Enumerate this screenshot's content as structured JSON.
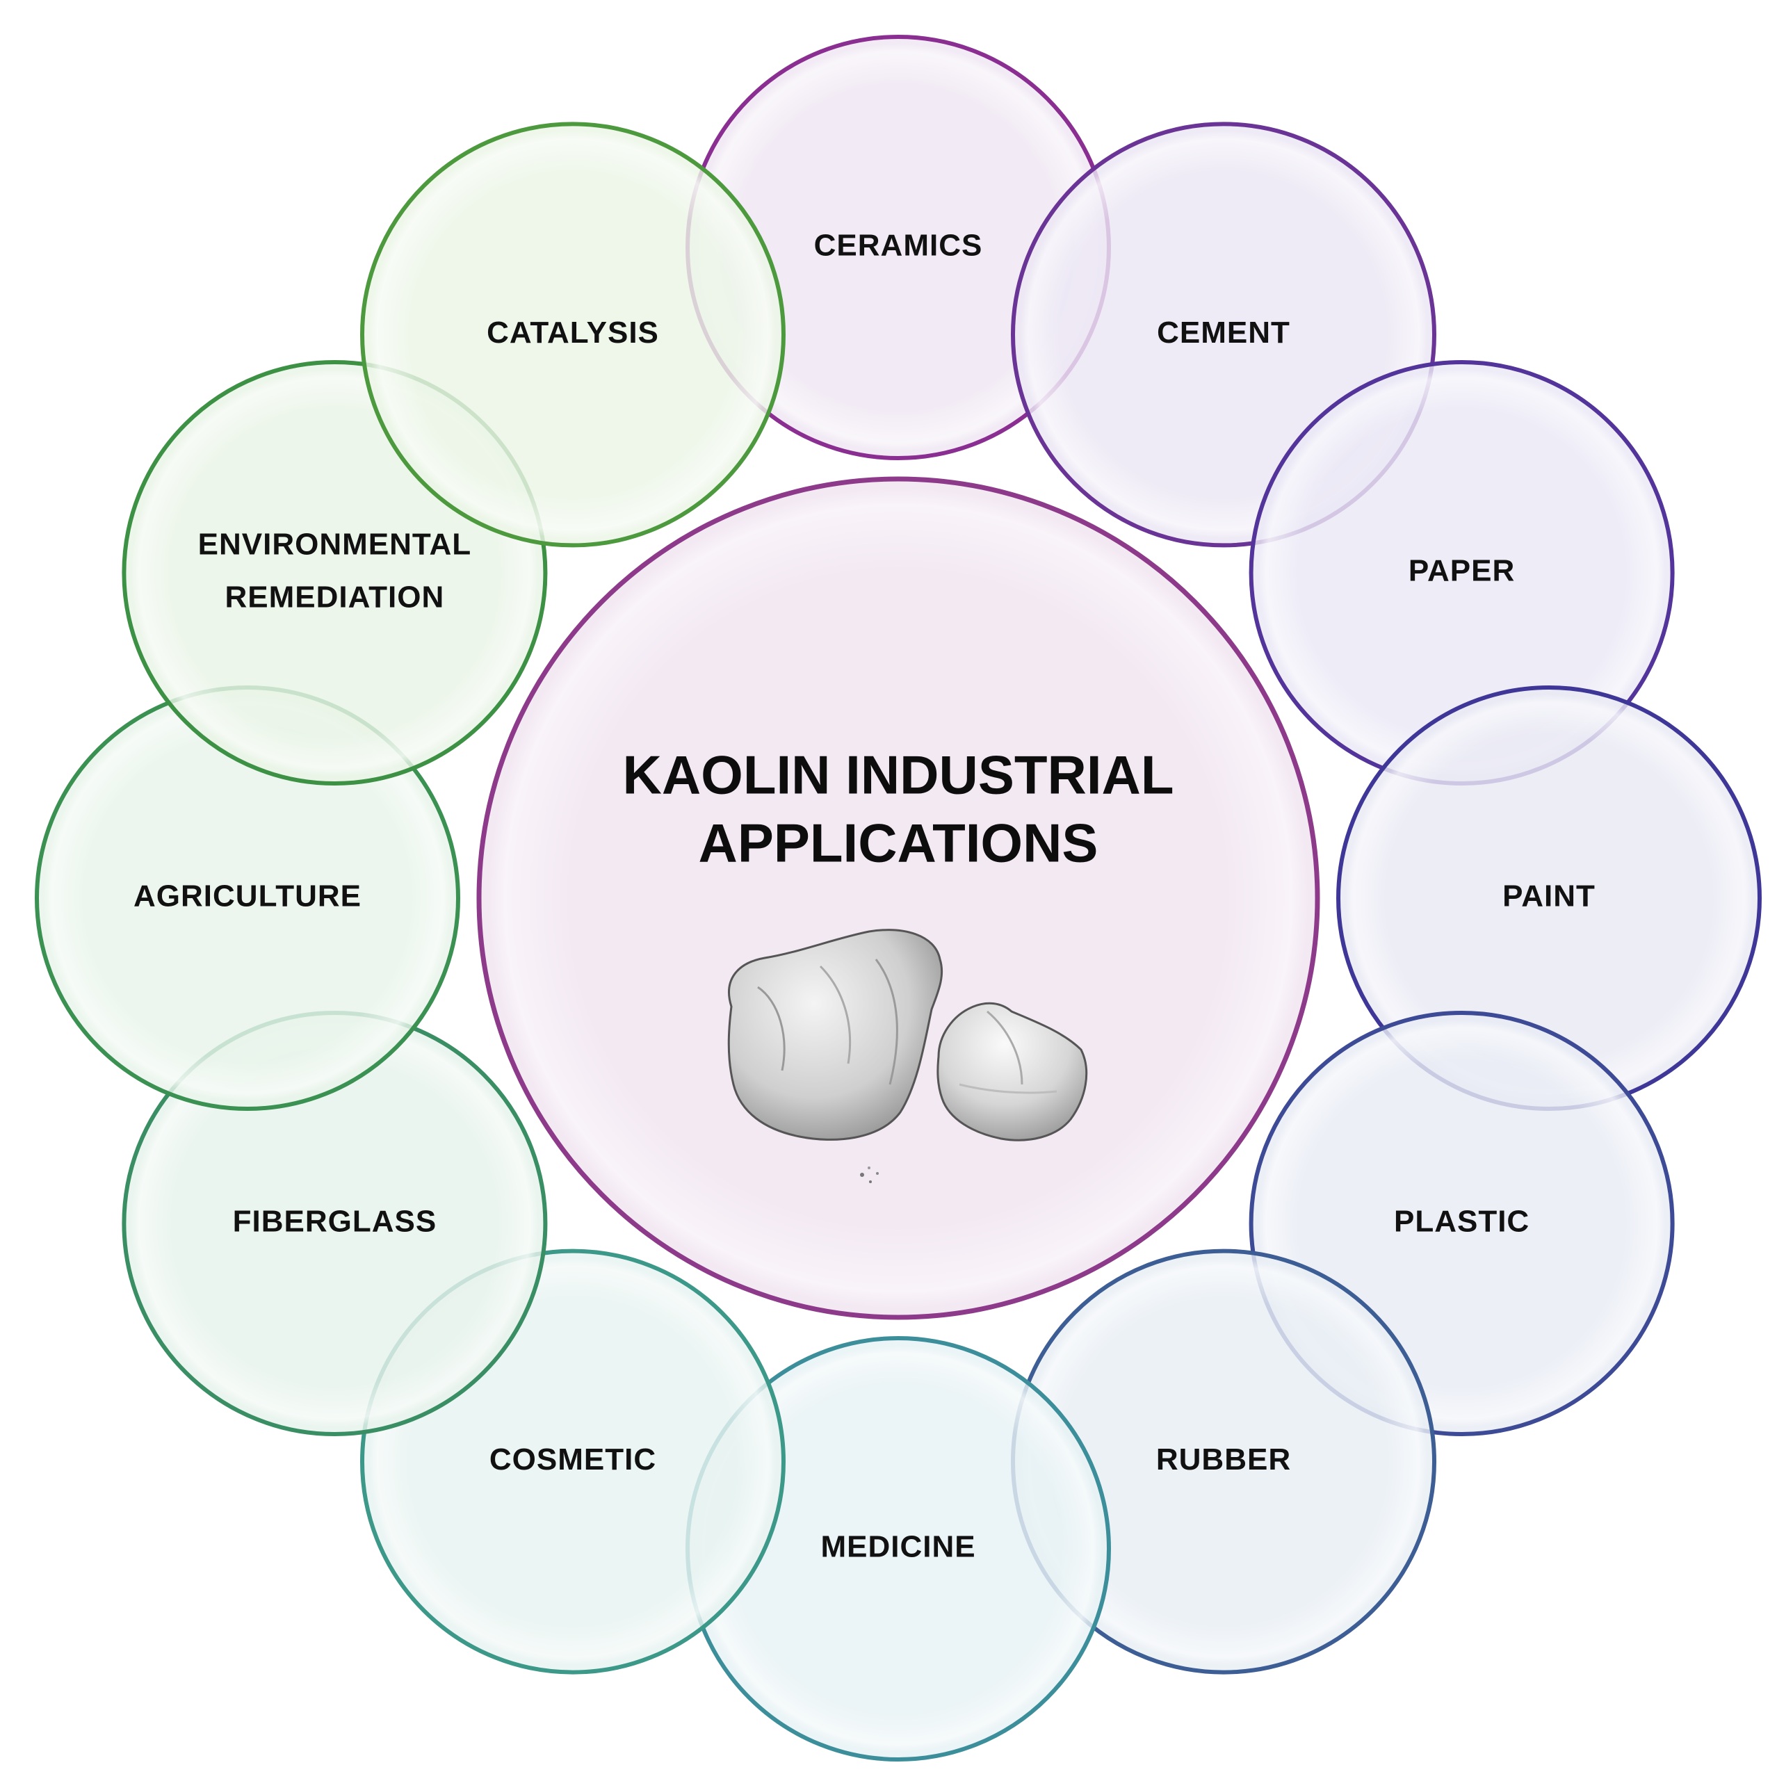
{
  "center": {
    "title_line1": "KAOLIN INDUSTRIAL",
    "title_line2": "APPLICATIONS",
    "image": "kaolin-rock-illustration",
    "fill_color": "#f3e9f3",
    "stroke_color": "#8e3a8a"
  },
  "applications": [
    {
      "lines": [
        "CERAMICS"
      ],
      "stroke_color": "#8a2e92",
      "fill_color": "#efe6f3"
    },
    {
      "lines": [
        "CEMENT"
      ],
      "stroke_color": "#6a3496",
      "fill_color": "#ece7f4"
    },
    {
      "lines": [
        "PAPER"
      ],
      "stroke_color": "#53349a",
      "fill_color": "#eae8f5"
    },
    {
      "lines": [
        "PAINT"
      ],
      "stroke_color": "#3f3798",
      "fill_color": "#e9e9f4"
    },
    {
      "lines": [
        "PLASTIC"
      ],
      "stroke_color": "#3d4a95",
      "fill_color": "#e8ebf4"
    },
    {
      "lines": [
        "RUBBER"
      ],
      "stroke_color": "#3d5d95",
      "fill_color": "#e8eef4"
    },
    {
      "lines": [
        "MEDICINE"
      ],
      "stroke_color": "#3c8f9a",
      "fill_color": "#e6f2f4"
    },
    {
      "lines": [
        "COSMETIC"
      ],
      "stroke_color": "#3c9888",
      "fill_color": "#e7f3f0"
    },
    {
      "lines": [
        "FIBERGLASS"
      ],
      "stroke_color": "#3a8e64",
      "fill_color": "#e7f3ec"
    },
    {
      "lines": [
        "AGRICULTURE"
      ],
      "stroke_color": "#3a9152",
      "fill_color": "#e8f4ea"
    },
    {
      "lines": [
        "ENVIRONMENTAL",
        "REMEDIATION"
      ],
      "stroke_color": "#3d9144",
      "fill_color": "#e9f4e7"
    },
    {
      "lines": [
        "CATALYSIS"
      ],
      "stroke_color": "#4d9a3e",
      "fill_color": "#ebf5e6"
    }
  ]
}
